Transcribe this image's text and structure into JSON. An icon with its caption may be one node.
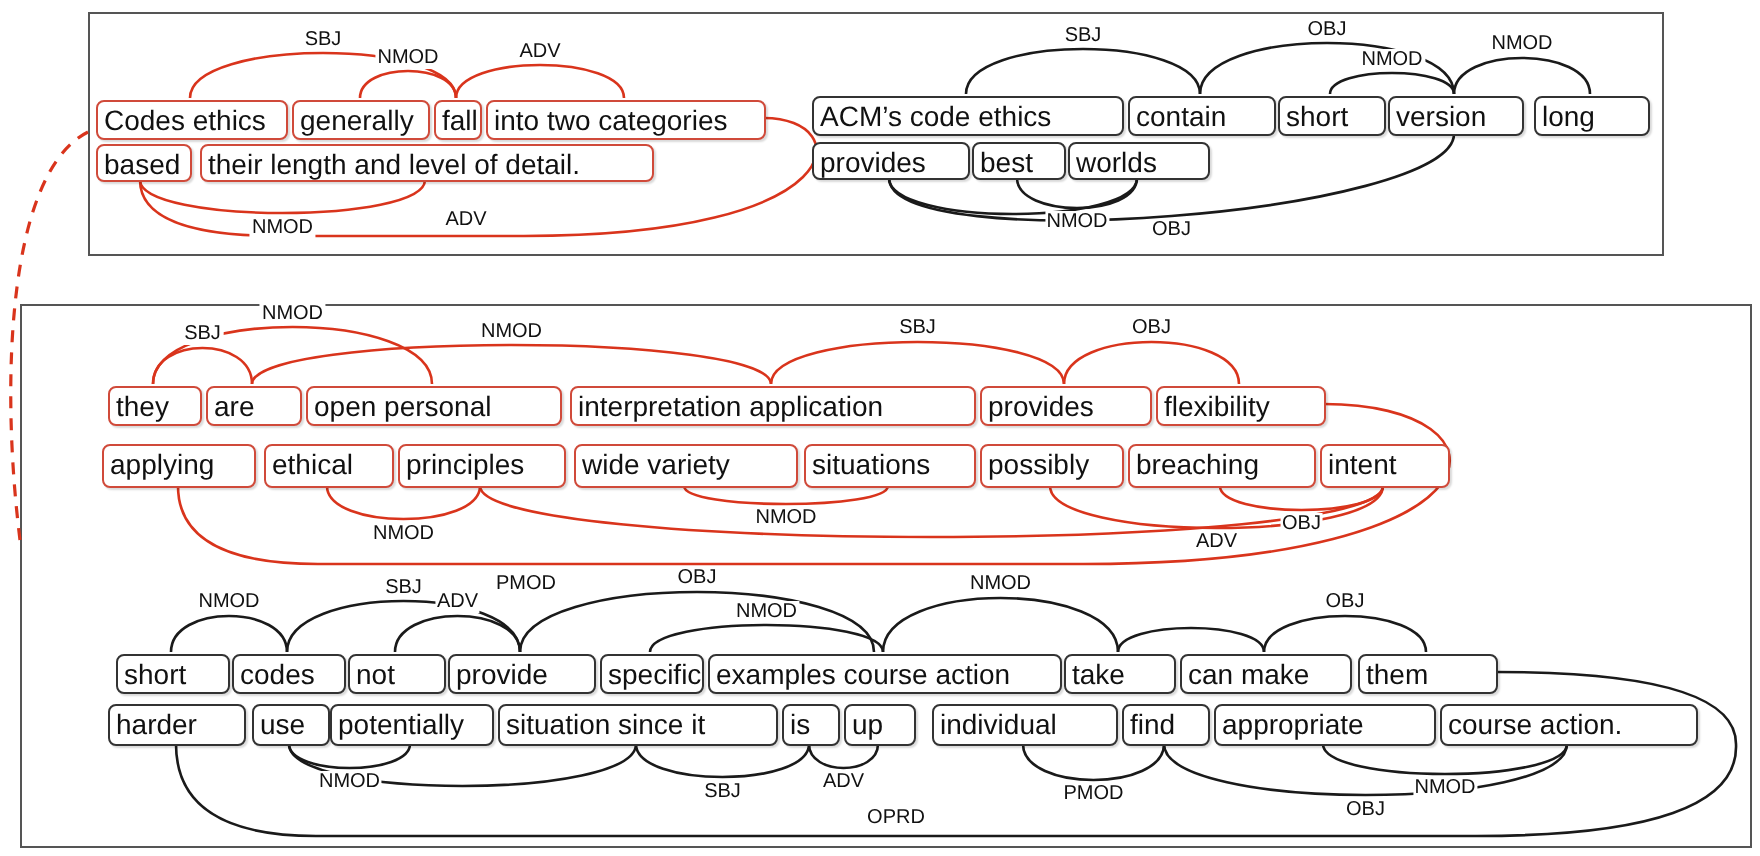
{
  "diagram": {
    "nodes": [
      {
        "text": [],
        "shape": "box"
      },
      {
        "text": [
          "Codes ethics"
        ],
        "in": 0
      },
      {
        "text": [
          "generally"
        ],
        "in": 0
      },
      {
        "text": [
          "fall"
        ],
        "in": 0
      },
      {
        "text": [
          "into two categories"
        ],
        "in": 0
      },
      {
        "text": [
          "based"
        ],
        "in": 0
      },
      {
        "text": [
          "their length and level of detail."
        ],
        "in": 0
      },
      {
        "text": [
          "ACM’s code ethics"
        ],
        "in": 0
      },
      {
        "text": [
          "contain"
        ],
        "in": 0
      },
      {
        "text": [
          "short"
        ],
        "in": 0
      },
      {
        "text": [
          "version"
        ],
        "in": 0
      },
      {
        "text": [
          "long"
        ],
        "in": 0
      },
      {
        "text": [
          "provides"
        ],
        "in": 0
      },
      {
        "text": [
          "best"
        ],
        "in": 0
      },
      {
        "text": [
          "worlds"
        ],
        "in": 0
      },
      {
        "text": [],
        "shape": "box"
      },
      {
        "text": [
          "they"
        ],
        "in": 15
      },
      {
        "text": [
          "are"
        ],
        "in": 15
      },
      {
        "text": [
          "open personal"
        ],
        "in": 15
      },
      {
        "text": [
          "interpretation application"
        ],
        "in": 15
      },
      {
        "text": [
          "provides"
        ],
        "in": 15
      },
      {
        "text": [
          "flexibility"
        ],
        "in": 15
      },
      {
        "text": [
          "applying"
        ],
        "in": 15
      },
      {
        "text": [
          "ethical"
        ],
        "in": 15
      },
      {
        "text": [
          "principles"
        ],
        "in": 15
      },
      {
        "text": [
          "wide variety"
        ],
        "in": 15
      },
      {
        "text": [
          "situations"
        ],
        "in": 15
      },
      {
        "text": [
          "possibly"
        ],
        "in": 15
      },
      {
        "text": [
          "breaching"
        ],
        "in": 15
      },
      {
        "text": [
          "intent"
        ],
        "in": 15
      },
      {
        "text": [
          "short"
        ],
        "in": 15
      },
      {
        "text": [
          "codes"
        ],
        "in": 15
      },
      {
        "text": [
          "not"
        ],
        "in": 15
      },
      {
        "text": [
          "provide"
        ],
        "in": 15
      },
      {
        "text": [
          "specific"
        ],
        "in": 15
      },
      {
        "text": [
          "examples course action"
        ],
        "in": 15
      },
      {
        "text": [
          "take"
        ],
        "in": 15
      },
      {
        "text": [
          "can make"
        ],
        "in": 15
      },
      {
        "text": [
          "them"
        ],
        "in": 15
      },
      {
        "text": [
          "harder"
        ],
        "in": 15
      },
      {
        "text": [
          "use"
        ],
        "in": 15
      },
      {
        "text": [
          "potentially"
        ],
        "in": 15
      },
      {
        "text": [
          "situation since it"
        ],
        "in": 15
      },
      {
        "text": [
          "is"
        ],
        "in": 15
      },
      {
        "text": [
          "up"
        ],
        "in": 15
      },
      {
        "text": [
          "individual"
        ],
        "in": 15
      },
      {
        "text": [
          "find"
        ],
        "in": 15
      },
      {
        "text": [
          "appropriate"
        ],
        "in": 15
      },
      {
        "text": [
          "course action."
        ],
        "in": 15
      }
    ],
    "edges": [
      {
        "from": 0,
        "to": 15,
        "arrow": "none",
        "style": "dashed",
        "color": "#d9341c"
      },
      {
        "from": 1,
        "to": 3,
        "arrow": "none",
        "label": "SBJ",
        "color": "#d9341c"
      },
      {
        "from": 2,
        "to": 3,
        "arrow": "none",
        "label": "NMOD",
        "color": "#d9341c"
      },
      {
        "from": 3,
        "to": 4,
        "arrow": "none",
        "label": "ADV",
        "color": "#d9341c"
      },
      {
        "from": 5,
        "to": 6,
        "arrow": "none",
        "label": "NMOD",
        "color": "#d9341c"
      },
      {
        "from": 4,
        "to": 5,
        "arrow": "none",
        "label": "ADV",
        "color": "#d9341c"
      },
      {
        "from": 7,
        "to": 8,
        "arrow": "none",
        "label": "SBJ"
      },
      {
        "from": 8,
        "to": 10,
        "arrow": "none",
        "label": "OBJ"
      },
      {
        "from": 9,
        "to": 10,
        "arrow": "none",
        "label": "NMOD"
      },
      {
        "from": 10,
        "to": 11,
        "arrow": "none",
        "label": "NMOD"
      },
      {
        "from": 13,
        "to": 14,
        "arrow": "none",
        "label": "NMOD"
      },
      {
        "from": 12,
        "to": 14,
        "arrow": "none"
      },
      {
        "from": 12,
        "to": 10,
        "arrow": "none",
        "label": "OBJ"
      },
      {
        "from": 16,
        "to": 17,
        "arrow": "none",
        "label": "SBJ",
        "color": "#d9341c"
      },
      {
        "from": 16,
        "to": 18,
        "arrow": "none",
        "label": "NMOD",
        "color": "#d9341c"
      },
      {
        "from": 17,
        "to": 19,
        "arrow": "none",
        "label": "NMOD",
        "color": "#d9341c"
      },
      {
        "from": 19,
        "to": 20,
        "arrow": "none",
        "label": "SBJ",
        "color": "#d9341c"
      },
      {
        "from": 20,
        "to": 21,
        "arrow": "none",
        "label": "OBJ",
        "color": "#d9341c"
      },
      {
        "from": 21,
        "to": 22,
        "arrow": "none",
        "label": "PMOD",
        "color": "#d9341c"
      },
      {
        "from": 23,
        "to": 24,
        "arrow": "none",
        "label": "NMOD",
        "color": "#d9341c"
      },
      {
        "from": 25,
        "to": 26,
        "arrow": "none",
        "label": "NMOD",
        "color": "#d9341c"
      },
      {
        "from": 24,
        "to": 29,
        "arrow": "none",
        "color": "#d9341c"
      },
      {
        "from": 27,
        "to": 29,
        "arrow": "none",
        "label": "ADV",
        "color": "#d9341c"
      },
      {
        "from": 28,
        "to": 29,
        "arrow": "none",
        "label": "OBJ",
        "color": "#d9341c"
      },
      {
        "from": 30,
        "to": 31,
        "arrow": "none",
        "label": "NMOD"
      },
      {
        "from": 31,
        "to": 33,
        "arrow": "none",
        "label": "SBJ"
      },
      {
        "from": 32,
        "to": 33,
        "arrow": "none",
        "label": "ADV"
      },
      {
        "from": 33,
        "to": 35,
        "arrow": "none",
        "label": "OBJ"
      },
      {
        "from": 34,
        "to": 35,
        "arrow": "none",
        "label": "NMOD"
      },
      {
        "from": 35,
        "to": 36,
        "arrow": "none",
        "label": "NMOD"
      },
      {
        "from": 36,
        "to": 37,
        "arrow": "none"
      },
      {
        "from": 37,
        "to": 38,
        "arrow": "none",
        "label": "OBJ"
      },
      {
        "from": 38,
        "to": 39,
        "arrow": "none",
        "label": "OPRD"
      },
      {
        "from": 40,
        "to": 41,
        "arrow": "none",
        "label": "NMOD"
      },
      {
        "from": 40,
        "to": 42,
        "arrow": "none"
      },
      {
        "from": 42,
        "to": 43,
        "arrow": "none",
        "label": "SBJ"
      },
      {
        "from": 43,
        "to": 44,
        "arrow": "none",
        "label": "ADV"
      },
      {
        "from": 45,
        "to": 46,
        "arrow": "none",
        "label": "PMOD"
      },
      {
        "from": 46,
        "to": 48,
        "arrow": "none",
        "label": "OBJ"
      },
      {
        "from": 47,
        "to": 48,
        "arrow": "none",
        "label": "NMOD"
      }
    ]
  }
}
